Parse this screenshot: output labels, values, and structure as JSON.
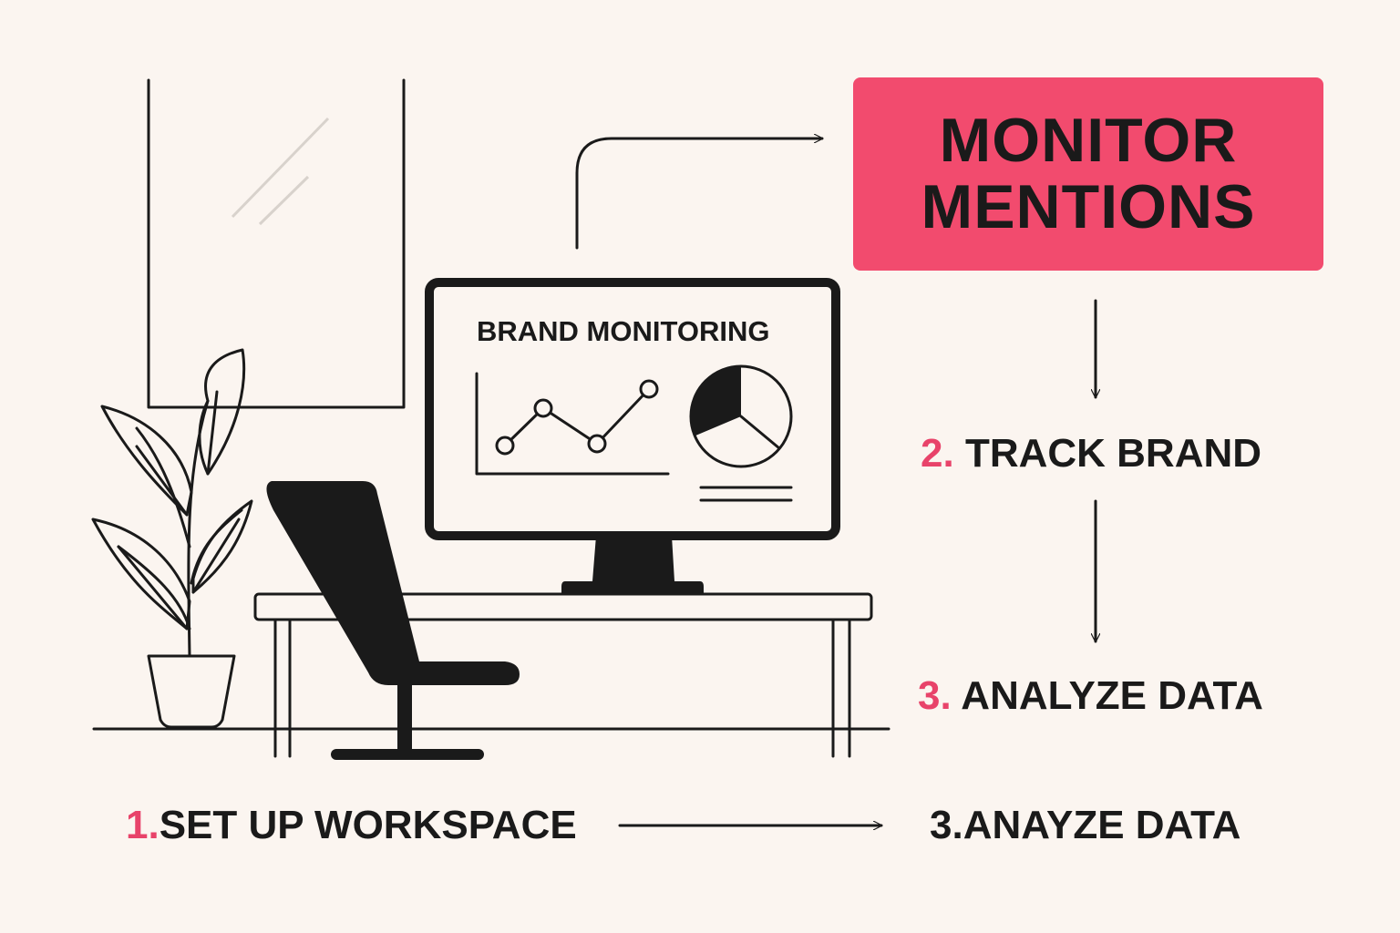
{
  "colors": {
    "background": "#fbf5f0",
    "accent": "#f24b6e",
    "number": "#e8436a",
    "ink": "#1a1a1a"
  },
  "callout": {
    "line1": "MONITOR",
    "line2": "MENTIONS"
  },
  "screen": {
    "title": "BRAND MONITORING",
    "icons": [
      "line-chart-icon",
      "pie-chart-icon"
    ]
  },
  "steps": {
    "track": {
      "number": "2.",
      "label": "TRACK BRAND"
    },
    "analyze": {
      "number": "3.",
      "label": "ANALYZE DATA"
    },
    "setup": {
      "number": "1.",
      "label": "SET UP WORKSPACE"
    },
    "analyze_bottom": {
      "number": "3.",
      "label": "ANAYZE DATA"
    }
  },
  "scene_icons": [
    "window-icon",
    "plant-icon",
    "chair-icon",
    "desk-icon",
    "monitor-icon"
  ]
}
